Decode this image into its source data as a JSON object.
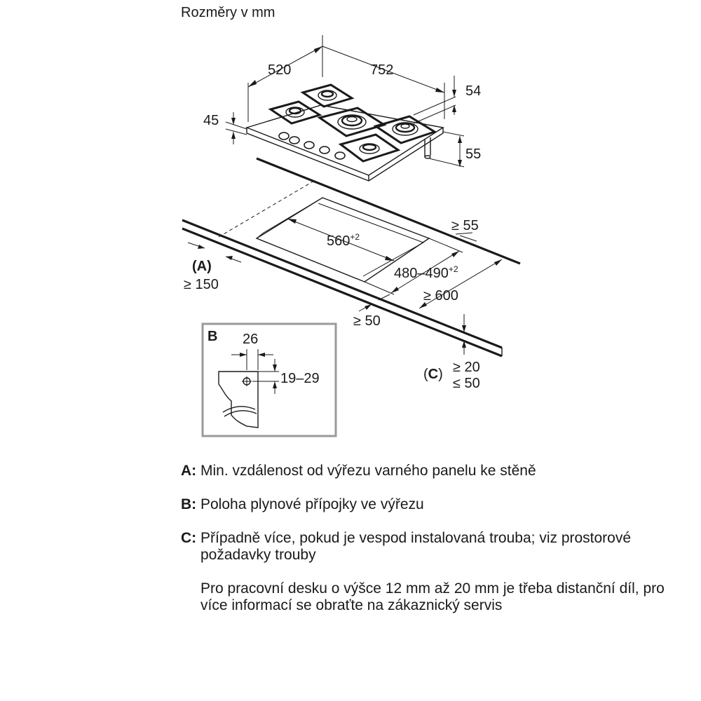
{
  "title": "Rozměry v mm",
  "dimensions": {
    "depth": "520",
    "width": "752",
    "top_height": "54",
    "side_height": "45",
    "below_height": "55",
    "back_gap": "≥ 55",
    "cutout_width": "560",
    "cutout_width_tol": "+2",
    "cutout_depth": "480–490",
    "cutout_depth_tol": "+2",
    "front_gap": "≥ 600",
    "wall_gap": "≥ 150",
    "front_edge": "≥ 50",
    "worktop_min": "≥ 20",
    "worktop_max": "≤ 50"
  },
  "labels": {
    "a": "(A)",
    "c_open": "(",
    "c_letter": "C",
    "c_close": ")"
  },
  "detail_b": {
    "label": "B",
    "width": "26",
    "height": "19–29"
  },
  "legend": [
    {
      "key": "A:",
      "text": "Min. vzdálenost od výřezu varného panelu ke stěně"
    },
    {
      "key": "B:",
      "text": "Poloha plynové přípojky ve výřezu"
    },
    {
      "key": "C:",
      "text": "Případně více, pokud je vespod instalovaná trouba; viz prostorové požadavky trouby"
    }
  ],
  "note": "Pro pracovní desku o výšce 12 mm až 20 mm je třeba distanční díl, pro více informací se obraťte na zákaznický servis"
}
